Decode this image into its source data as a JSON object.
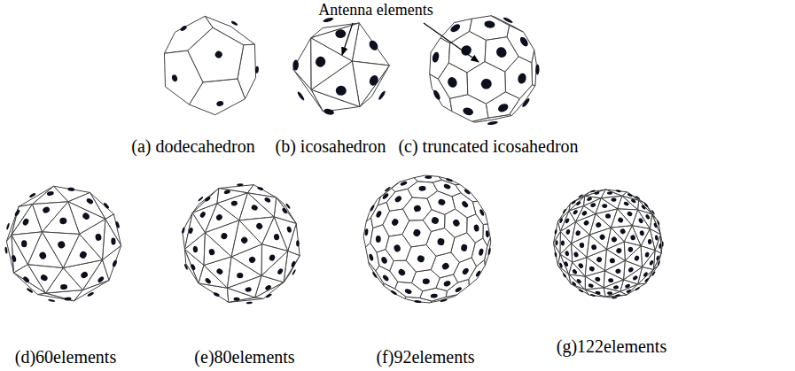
{
  "diagram": {
    "labels": [
      "Antenna elements",
      "(a) dodecahedron",
      "(b) icosahedron",
      "(c) truncated icosahedron",
      "(d)60elements",
      "(e)80elements",
      "(f)92elements",
      "(g)122elements"
    ]
  }
}
